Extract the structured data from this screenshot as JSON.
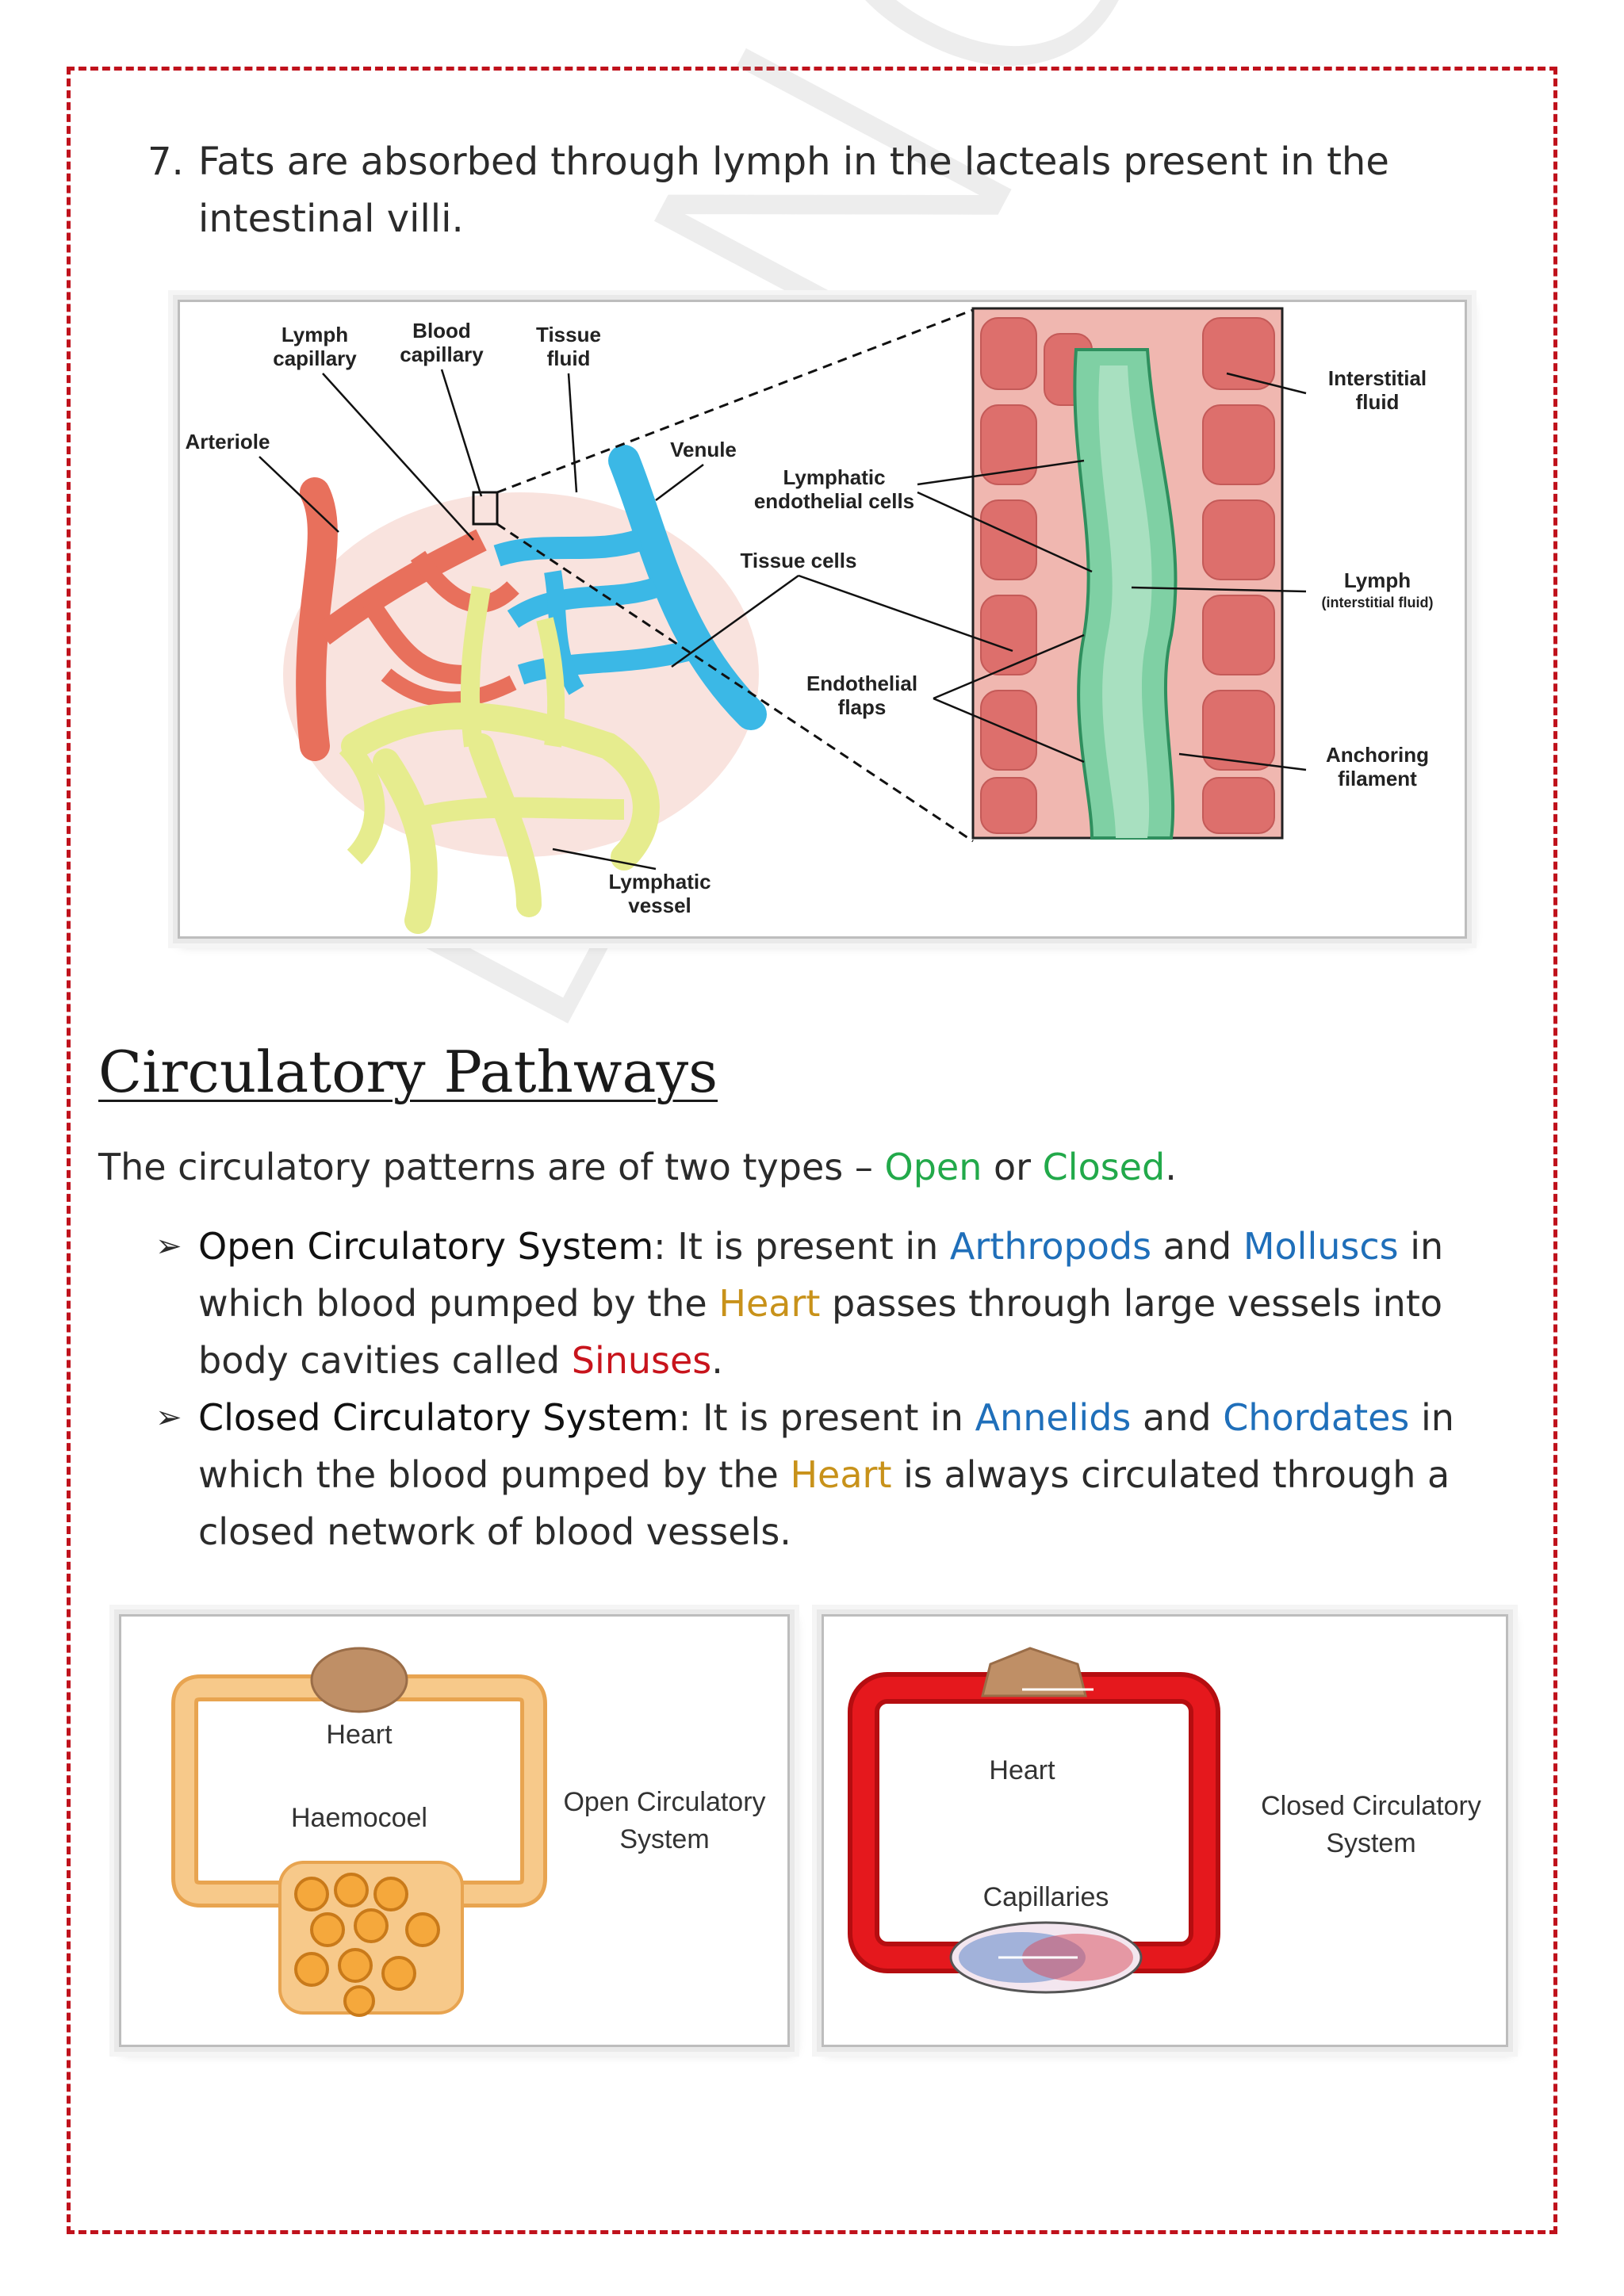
{
  "point7": {
    "number": "7.",
    "text": "Fats are absorbed through lymph in the lacteals present in the intestinal villi."
  },
  "fig_lymph": {
    "labels": {
      "lymph_capillary": [
        "Lymph",
        "capillary"
      ],
      "blood_capillary": [
        "Blood",
        "capillary"
      ],
      "tissue_fluid": [
        "Tissue",
        "fluid"
      ],
      "arteriole": "Arteriole",
      "venule": "Venule",
      "lymphatic_endothelial": [
        "Lymphatic",
        "endothelial cells"
      ],
      "tissue_cells": "Tissue cells",
      "endothelial_flaps": [
        "Endothelial",
        "flaps"
      ],
      "lymphatic_vessel": [
        "Lymphatic",
        "vessel"
      ],
      "interstitial_fluid": [
        "Interstitial",
        "fluid"
      ],
      "lymph": "Lymph",
      "lymph_sub": "(interstitial fluid)",
      "anchoring_filament": [
        "Anchoring",
        "filament"
      ]
    }
  },
  "section": {
    "heading": "Circulatory Pathways",
    "intro_before": "The circulatory patterns are of two types – ",
    "intro_open": "Open",
    "intro_or": " or ",
    "intro_closed": "Closed",
    "intro_end": "."
  },
  "bullets": {
    "open": {
      "arrow": "➢",
      "term": "Open Circulatory System",
      "t1": ": It is present in ",
      "k1": "Arthropods",
      "t2": " and ",
      "k2": "Molluscs",
      "t3": " in which blood pumped by the ",
      "k3": "Heart",
      "t4": " passes through large vessels into body cavities called ",
      "k4": "Sinuses",
      "t5": "."
    },
    "closed": {
      "arrow": "➢",
      "term": "Closed Circulatory System",
      "t1": ": It is present in ",
      "k1": "Annelids",
      "t2": " and ",
      "k2": "Chordates",
      "t3": " in which the blood pumped by the ",
      "k3": "Heart",
      "t4": " is always circulated through a closed network of blood vessels."
    }
  },
  "fig_open": {
    "heart": "Heart",
    "haemocoel": "Haemocoel",
    "title": [
      "Open Circulatory",
      "System"
    ]
  },
  "fig_closed": {
    "heart": "Heart",
    "capillaries": "Capillaries",
    "title": [
      "Closed Circulatory",
      "System"
    ]
  },
  "watermark": "DO NOT CO",
  "colors": {
    "border": "#c0121c",
    "green": "#22a94a",
    "blue": "#1f6fba",
    "gold": "#c8921a",
    "red": "#c8141c"
  }
}
